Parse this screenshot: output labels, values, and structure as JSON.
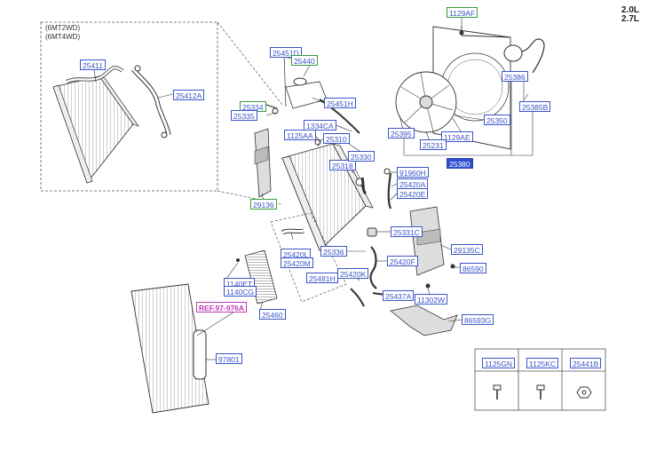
{
  "engine_versions": {
    "line1": "2.0L",
    "line2": "2.7L"
  },
  "variant_note": {
    "line1": "(6MT2WD)",
    "line2": "(6MT4WD)"
  },
  "labels": {
    "p25411": "25411",
    "p25412A": "25412A",
    "p25451D": "25451D",
    "p25440": "25440",
    "p25451H": "25451H",
    "p25334": "25334",
    "p25335": "25335",
    "p1334CA": "1334CA",
    "p1125AA": "1125AA",
    "p25310": "25310",
    "p25318": "25318",
    "p25330": "25330",
    "p29136": "29136",
    "p1129AF": "1129AF",
    "p25386": "25386",
    "p25385B": "25385B",
    "p25350": "25350",
    "p25395": "25395",
    "p25231": "25231",
    "p1129AE": "1129AE",
    "p25380": "25380",
    "p91960H": "91960H",
    "p25420A": "25420A",
    "p25420E": "25420E",
    "p25331C": "25331C",
    "p29135C": "29135C",
    "p25420L": "25420L",
    "p25420M": "25420M",
    "p25336": "25336",
    "p25420F": "25420F",
    "p86590": "86590",
    "p25481H": "25481H",
    "p25420K": "25420K",
    "p1140ET": "1140ET",
    "p1140CG": "1140CG",
    "p25437A": "25437A",
    "p11302W": "11302W",
    "pREF": "REF.97-976A",
    "p25460": "25460",
    "p86593G": "86593G",
    "p97801": "97801"
  },
  "legend": {
    "col1": "1125GN",
    "col2": "1125KC",
    "col3": "25441B"
  }
}
